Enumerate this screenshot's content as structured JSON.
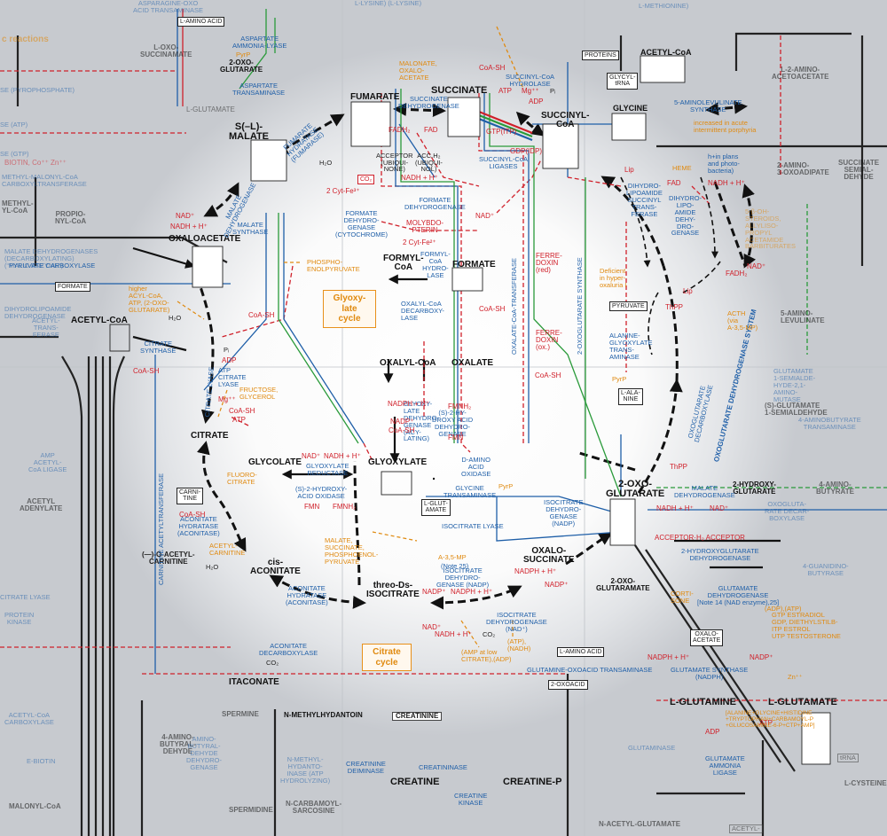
{
  "cycles": {
    "citrate": "Citrate cycle",
    "glyoxylate": "Glyoxy-\nlate\ncycle"
  },
  "metabolites": {
    "succinate": "SUCCINATE",
    "fumarate": "FUMARATE",
    "s_malate": "S(–L)-\nMALATE",
    "oxaloacetate": "OXALOACETATE",
    "acetyl_coa": "ACETYL-CoA",
    "citrate": "CITRATE",
    "cis_aconitate": "cis-\nACONITATE",
    "isocitrate": "threo-Ds-\nISOCITRATE",
    "oxalosuccinate": "OXALO-\nSUCCINATE",
    "two_oxoglutarate": "2-OXO-\nGLUTARATE",
    "succinyl_coa": "SUCCINYL-\nCoA",
    "glyoxylate": "GLYOXYLATE",
    "glycolate": "GLYCOLATE",
    "oxalyl_coa": "OXALYL-CoA",
    "oxalate": "OXALATE",
    "formyl_coa": "FORMYL-\nCoA",
    "formate": "FORMATE",
    "itaconate": "ITACONATE",
    "o_acetyl_carnitine": "(—)-O-ACETYL-\nCARNITINE",
    "glycine": "GLYCINE",
    "acetyl_coa_top": "ACETYL-CoA",
    "l_glutamate": "L-GLUTAMATE",
    "l_glutamine": "L-GLUTAMINE",
    "creatine": "CREATINE",
    "creatine_p": "CREATINE-P",
    "creatinine": "CREATININE",
    "two_oxo_glutaramate": "2-OXO-\nGLUTARAMATE",
    "two_amino_3_oxoadipate": "2-AMINO-\n3-OXOADIPATE",
    "five_aminolevulinate": "5-AMINO-\nLEVULINATE",
    "two_hydroxyglutarate": "2-HYDROXY-\nGLUTARATE",
    "four_aminobutyrate": "4-AMINO-\nBUTYRATE",
    "l_2_amino_acetoacetate": "L-2-AMINO-\nACETOACETATE",
    "succinate_semialdehyde": "SUCCINATE\nSEMIAL-\nDEHYDE",
    "s_glutamate_semialdehyde": "(S)-GLUTAMATE\n1-SEMIALDEHYDE",
    "two_oxo_glutarate_top": "2-OXO-\nGLUTARATE",
    "l_oxo_succinamate": "L-OXO-\nSUCCINAMATE",
    "acetyl_adenylate": "ACETYL\nADENYLATE",
    "four_amino_butyraldehyde": "4-AMINO-\nBUTYRAL-\nDEHYDE",
    "malonyl_coa": "MALONYL-CoA",
    "spermine": "SPERMINE",
    "spermidine": "SPERMIDINE",
    "n_methylhydantoin": "N-METHYLHYDANTOIN",
    "n_carbamoylsarcosine": "N-CARBAMOYL-\nSARCOSINE",
    "n_acetyl_glutamate": "N-ACETYL-GLUTAMATE",
    "l_cysteine": "L-CYSTEINE",
    "propionyl_coa": "PROPIO-\nNYL-CoA",
    "methyl_coa": "METHYL-\nYL-CoA"
  },
  "enzymes": {
    "succinate_dh": "SUCCINATE\nDEHYDROGENASE",
    "fumarate_hydratase": "FUMARATE\nHYDRATASE\n(FUMARASE)",
    "malate_dh": "MALATE\nDEHYDROGENASE",
    "malate_synthase": "MALATE\nSYNTHASE",
    "citrate_synthase": "CITRATE\nSYNTHASE",
    "atp_citrate_lyase": "ATP\nCITRATE\nLYASE",
    "citrate_lyase": "CITRATE LYASE",
    "aconitase1": "ACONITATE\nHYDRATASE\n(ACONITASE)",
    "aconitase2": "ACONITATE\nHYDRATASE\n(ACONITASE)",
    "aconitate_decarboxylase": "ACONITATE\nDECARBOXYLASE",
    "idh_nadp": "ISOCITRATE\nDEHYDRO-\nGENASE\n(NADP)",
    "idh_nadp2": "ISOCITRATE\nDEHYDRO-\nGENASE (NADP)",
    "idh_nad": "ISOCITRATE\nDEHYDROGENASE\n(NAD⁺)",
    "isocitrate_lyase": "ISOCITRATE LYASE",
    "oxoglutarate_dh_system": "OXOGLUTARATE DEHYDROGENASE SYSTEM",
    "oxoglutarate_decarboxylase": "OXOGLUTARATE\nDECARBOXYLASE",
    "dihydrolipoamide_succinyltransferase": "DIHYDRO-\nLIPOAMIDE\nSUCCINYL\nTRANS-\nFERASE",
    "dihydrolipoamide_dh": "DIHYDRO-\nLIPO-\nAMIDE\nDEHY-\nDRO-\nGENASE",
    "succinyl_coa_ligases": "SUCCINYL-CoA\nLIGASES",
    "succinyl_coa_hydrolase": "SUCCINYL-CoA\nHYDROLASE",
    "formate_dh_cyt": "FORMATE\nDEHYDRO-\nGENASE\n(CYTOCHROME)",
    "formate_dh": "FORMATE\nDEHYDROGENASE",
    "formyl_coa_hydrolase": "FORMYL-\nCoA\nHYDRO-\nLASE",
    "oxalyl_coa_decarboxylase": "OXALYL-CoA\nDECARBOXY-\nLASE",
    "oxalate_coa_transferase": "OXALATE-CoA-TRANSFERASE",
    "glyoxylate_dh": "GLYOXY-\nLATE\nDEHYDRO-\nGENASE\n(ACY-\nLATING)",
    "s2_hydroxy_acid_dh": "(S)-2-HY-\nDROXY ACID\nDEHYDRO-\nGENASE",
    "glyoxylate_reductase": "GLYOXYLATE\nREDUCTASE",
    "s2_hydroxyacid_oxidase": "(S)-2-HYDROXY-\nACID OXIDASE",
    "d_amino_acid_oxidase": "D-AMINO\nACID\nOXIDASE",
    "glycine_transaminase": "GLYCINE\nTRANSAMINASE",
    "alanine_glyoxylate_transaminase": "ALANINE-\nGLYOXYLATE\nTRANS-\nAMINASE",
    "two_oxoglutarate_synthase": "2-OXOGLUTARATE SYNTHASE",
    "aspartate_transaminase": "ASPARTATE\nTRANSAMINASE",
    "aspartate_ammonia_lyase": "ASPARTATE\nAMMONIA-LYASE",
    "malate_dh_top": "MALATE\nDEHYDROGENASE",
    "hydroxyglutarate_dh": "2-HYDROXYGLUTARATE\nDEHYDROGENASE",
    "glutamate_dh": "GLUTAMATE\nDEHYDROGENASE\n[Note 14 (NAD enzyme),25]",
    "glutamine_oxoacid_transaminase": "GLUTAMINE-OXOACID TRANSAMINASE",
    "glutamate_synthase": "GLUTAMATE SYNTHASE\n(NADPH)",
    "glutamate_ammonia_ligase": "GLUTAMATE\nAMMONIA\nLIGASE",
    "aminolevulinate_synthase": "5-AMINOLEVULINATE\nSYNTHASE",
    "carnitine_acetyltransferase": "CARNITINE ACETYLTRANSFERASE",
    "pyruvate_carboxylase": "PYRUVATE CARBOXYLASE",
    "creatine_kinase": "CREATINE\nKINASE",
    "creatininase": "CREATININASE",
    "creatinine_deiminase": "CREATININE\nDEIMINASE",
    "glycine_trna_ligase": "GLYCYL-\ntRNA"
  },
  "boxes": {
    "co2": "CO₂",
    "formate_left": "FORMATE",
    "carnitine": "CARNI-\nTINE",
    "l_glutamate": "L-GLUT-\nAMATE",
    "l_alanine": "L-ALA-\nNINE",
    "pyruvate": "PYRUVATE",
    "proteins": "PROTEINS",
    "glycyl_trna": "GLYCYL-\ntRNA",
    "l_amino_acid": "L-AMINO ACID",
    "two_oxoacid": "2-OXOACID",
    "oxaloacetate_r": "OXALO-\nACETATE",
    "l_amino_acid_top": "L-AMINO ACID"
  },
  "cofactors": {
    "nad": "NAD⁺",
    "nadh": "NADH + H⁺",
    "fad": "FAD",
    "fadh2": "FADH₂",
    "coa_sh": "CoA-SH",
    "h2o": "H₂O",
    "atp": "ATP",
    "adp": "ADP",
    "pi": "Pᵢ",
    "nadph": "NADPH + H⁺",
    "nadp": "NADP⁺",
    "gtp_itp": "GTP(ITP)",
    "gdp_idp": "GDP(IDP)",
    "mg": "Mg⁺⁺",
    "co2_small": "CO₂",
    "thpp": "ThPP",
    "lip": "Lip",
    "acceptor": "ACCEPTOR\n(UBIQUI-\nNONE)",
    "acc_h2": "ACC.H₂\n(UBIQUI-\nNOL)",
    "ferredoxin_red": "FERRE-\nDOXIN\n(red)",
    "ferredoxin_ox": "FERRE-\nDOXIN\n(ox.)",
    "fmn": "FMN",
    "fmnh2": "FMNH₂",
    "molybdopterin": "MOLYBDO-\nPTERIN",
    "two_cyt_fe3": "2 Cyt-Fe³⁺",
    "two_cyt_fe2": "2 Cyt-Fe²⁺",
    "acceptor_h2": "ACCEPTOR·H₂ ACCEPTOR"
  },
  "regulation": {
    "phosphoenolpyruvate": "PHOSPHO-\nENOLPYRUVATE",
    "higher_acyl_coa": "higher\nACYL-CoA,\nATP, (2-OXO-\nGLUTARATE)",
    "fructose_glycerol": "FRUCTOSE,\nGLYCEROL",
    "fluorocitrate": "FLUORO-\nCITRATE",
    "acetyl_carnitine": "ACETYL-\nCARNITINE",
    "malate_succ_pep": "MALATE,\nSUCCINATE,\nPHOSPHOENOL-\nPYRUVATE",
    "malonate": "MALONATE,\nOXALO-\nACETATE",
    "a35mp": "A-3,5-MP",
    "note25": "(Note 25)",
    "amp_low_citrate": "(AMP at low\nCITRATE),(ADP)",
    "atp_nadh": "(ATP),\n(NADH)",
    "deficient": "Deficient\nin hyper-\noxaluria I",
    "acth": "ACTH\n(via\nA-3,5-MP)",
    "increased": "increased in acute\nintermittent porphyria",
    "heme": "HEME",
    "hemin": "h+in plans\nand photo-\nbacteria)",
    "steroids": "5-β-OH-\nSTEROIDS,\nALLYLISO-\nPROPYL\nACETAMIDE\nBARBITURATES",
    "gtp_estradiol": "GTP ESTRADIOL\nGDP, DIETHYLSTILB-\nITP ESTROL\nUTP TESTOSTERONE",
    "cortisone": "CORTI-\nSONE",
    "adp_atp": "(ADP),(ATP)",
    "pyrp": "PyrP",
    "zn": "Zn⁺⁺",
    "glutamine_inhib": "[ALANINE+GLYCINE+HISTIDINE\n+TRYPTOPHAN+CARBAMOYL-P\n+GLUCOSAMINE-6-P+CTP+AMP]"
  },
  "periphery": {
    "top_left_reactions": "c reactions",
    "asparagine": "ASPARAGINE-OXO\nACID TRANSAMINASE",
    "l_glutamate_top": "L-GLUTAMATE",
    "l_amino_acid_topbox": "L-AMINO ACID",
    "l_lysine": "L-LYSINE) (L-LYSINE)",
    "l_methionine": "L-METHIONINE)",
    "biotin": "BIOTIN, Co⁺⁺ Zn⁺⁺",
    "methylmalonyl": "METHYL-MALONYL-CoA\nCARBOXYLTRANSFERASE",
    "malate_dh_decarb": "MALATE DEHYDROGENASES\n(DECARBOXYLATING)\n(“MALIC ENZYME”)",
    "dihydrolipoamide": "DIHYDROLIPOAMIDE\nDEHYDROGENASE",
    "acetyltransferase": "ACETYL-\nTRANS-\nFERASE",
    "amp_acetyl_coa_ligase": "AMP\nACETYL-\nCoA LIGASE",
    "protein_kinase": "PROTEIN\nKINASE",
    "acetyl_coa_carboxylase": "ACETYL-CoA\nCARBOXYLASE",
    "e_biotin": "E-BIOTIN",
    "citrate_lyase_left": "CITRATE LYASE",
    "pyrophosphate": "SE (PYROPHOSPHATE)",
    "atp_left": "SE (ATP)",
    "gtp_left": "SE (GTP)",
    "glutamate_dh_right": "GLUTAMATE\n1-SEMIALDE-\nHYDE-2,1-\nAMINO-\nMUTASE",
    "oxoglutarate_decarboxylase_r": "OXOGLUTA-\nRATE DECAR-\nBOXYLASE",
    "guanidino": "4-GUANIDINO-\nBUTYRASE",
    "aminobutyrate_transaminase": "4-AMINOBUTYRATE\nTRANSAMINASE",
    "amino_butyraldehyde_dh": "AMINO-\nBUTYRAL-\nDEHYDE\nDEHYDRO-\nGENASE",
    "n_methylhydantoinase": "N-METHYL-\nHYDANTO-\nINASE (ATP\nHYDROLYZING)",
    "glutaminase": "GLUTAMINASE",
    "trna": "tRNA",
    "acetyl_trans": "ACETYL-"
  }
}
